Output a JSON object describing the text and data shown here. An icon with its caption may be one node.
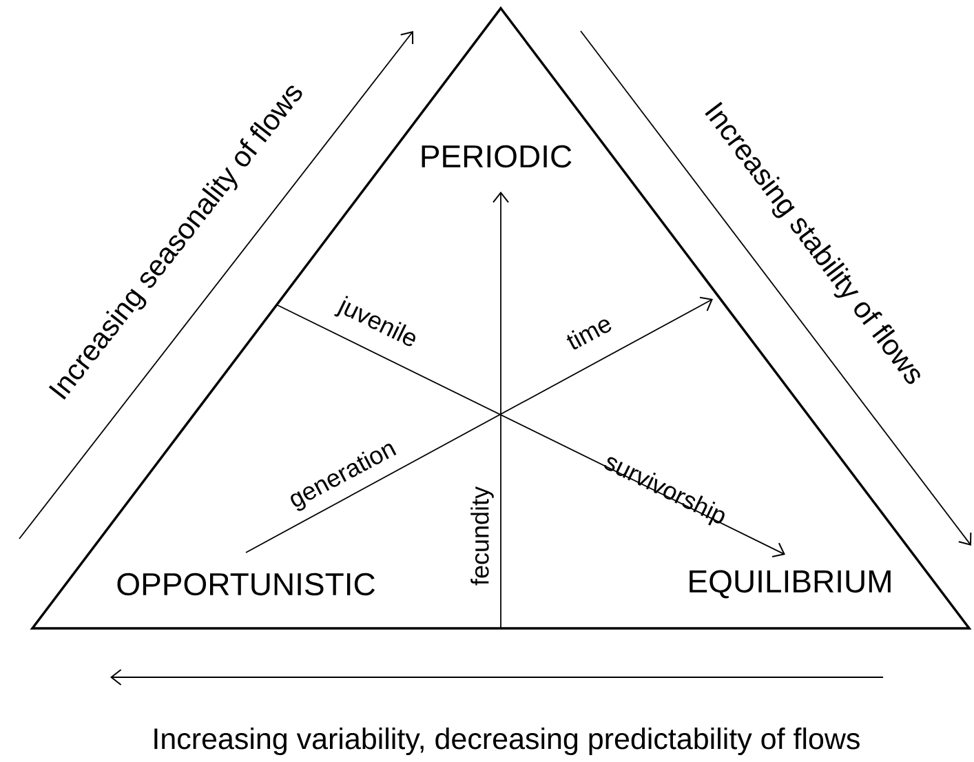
{
  "diagram": {
    "labels": [
      "Increasing seasonality of flows",
      "PERIODIC",
      "Increasing stability of flows",
      "juvenile",
      "time",
      "generation",
      "survivorship",
      "fecundity",
      "OPPORTUNISTIC",
      "EQUILIBRIUM",
      "Increasing variability, decreasing predictability of flows"
    ]
  }
}
